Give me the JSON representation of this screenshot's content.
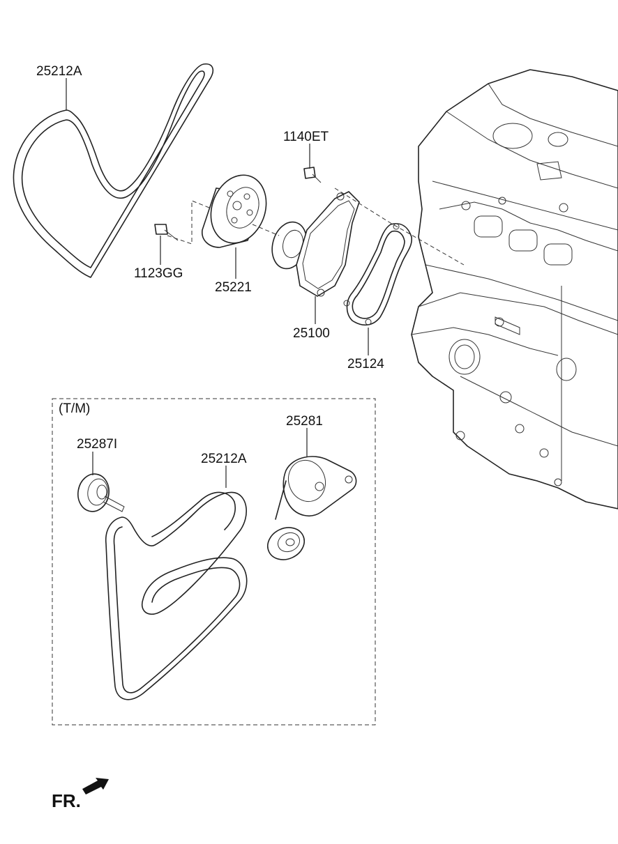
{
  "labels": {
    "belt_top": "25212A",
    "bolt_1140": "1140ET",
    "bolt_1123": "1123GG",
    "pulley": "25221",
    "water_pump": "25100",
    "gasket": "25124",
    "section": "(T/M)",
    "idler": "25287I",
    "belt_tm": "25212A",
    "tensioner": "25281",
    "front": "FR."
  }
}
